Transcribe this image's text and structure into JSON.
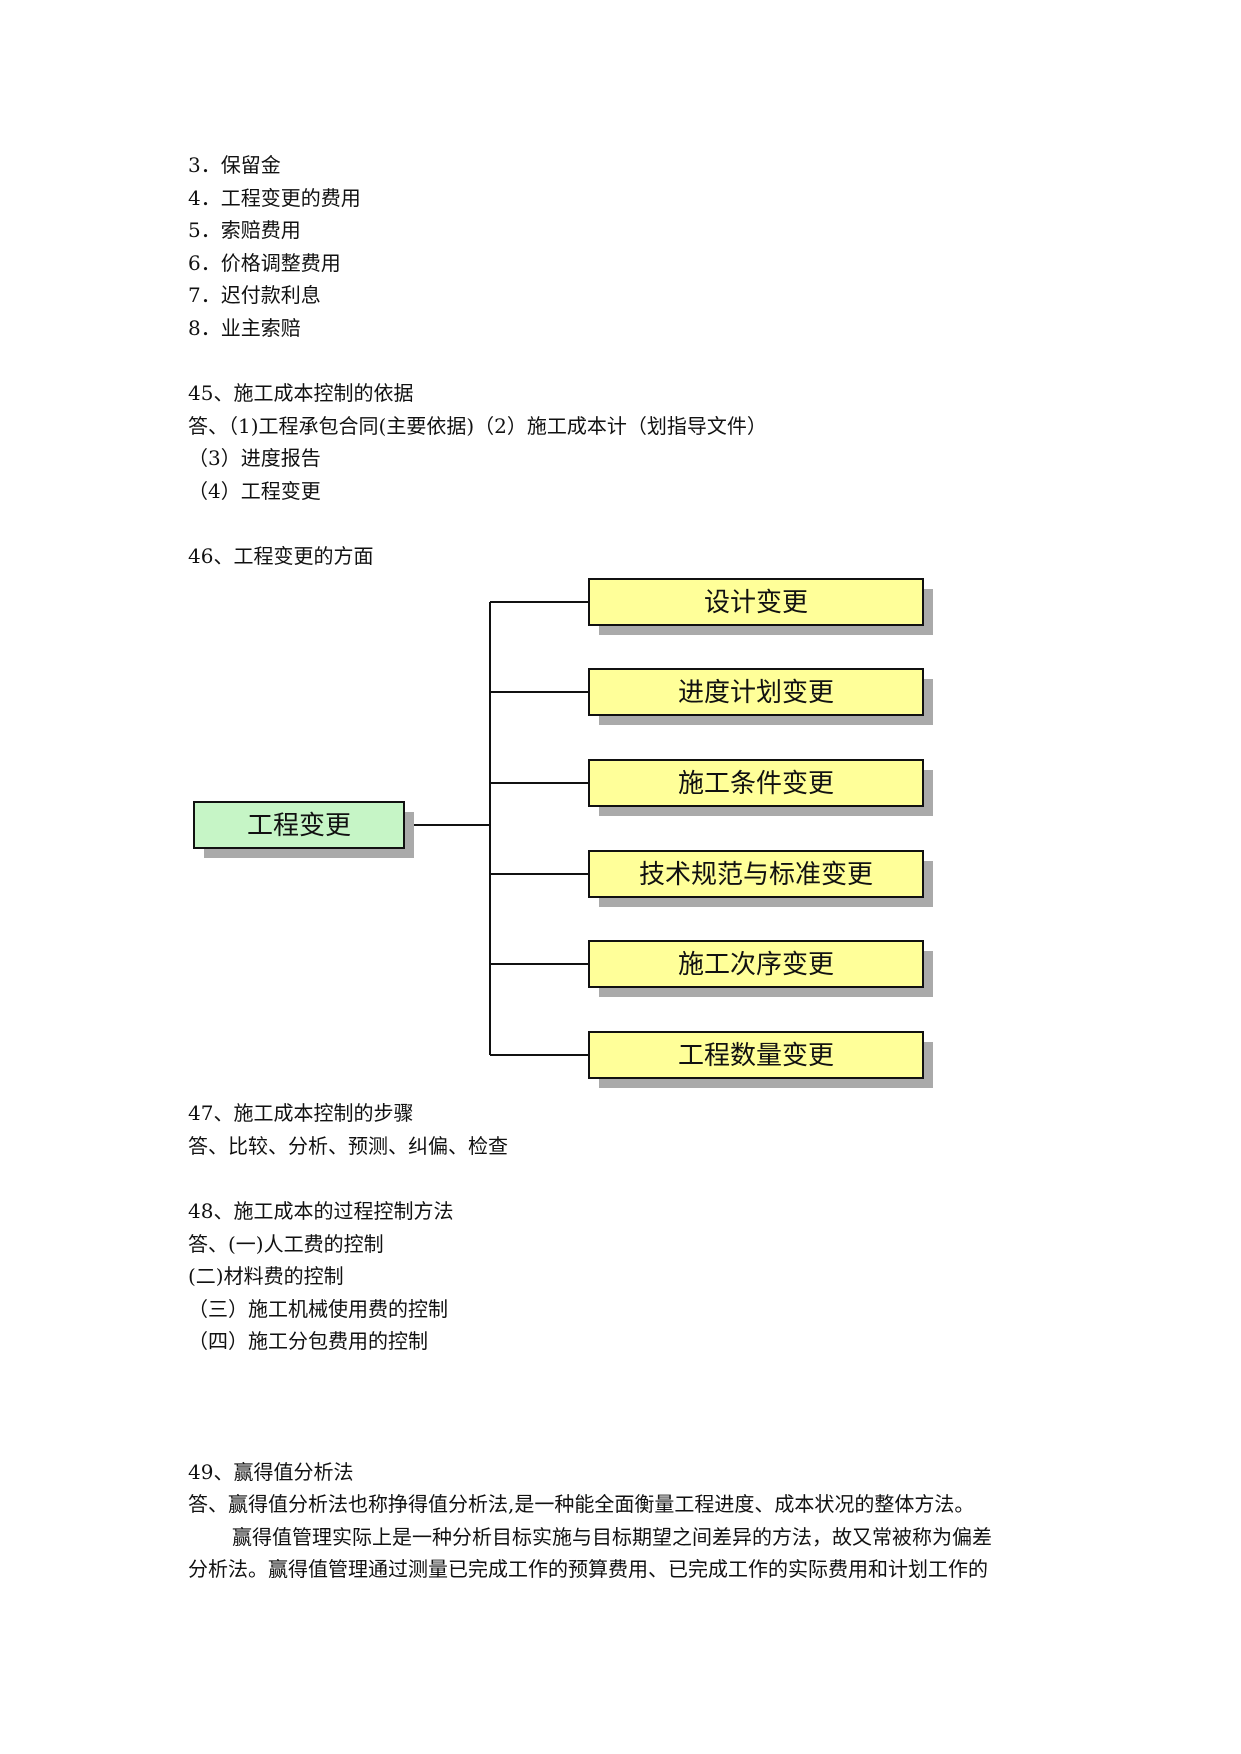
{
  "list_items": [
    "3．保留金",
    "4．工程变更的费用",
    "5．索赔费用",
    "6．价格调整费用",
    "7．迟付款利息",
    "8．业主索赔"
  ],
  "q45": {
    "title": "45、施工成本控制的依据",
    "answer": [
      "答、（1)工程承包合同(主要依据)（2）施工成本计（划指导文件）",
      "（3）进度报告",
      "（4）工程变更"
    ]
  },
  "q46": {
    "title": "46、工程变更的方面",
    "diagram": {
      "root": "工程变更",
      "root_color": "#c6f5c6",
      "child_color": "#ffff99",
      "children": [
        "设计变更",
        "进度计划变更",
        "施工条件变更",
        "技术规范与标准变更",
        "施工次序变更",
        "工程数量变更"
      ]
    }
  },
  "q47": {
    "title": "47、施工成本控制的步骤",
    "answer": [
      "答、比较、分析、预测、纠偏、检查"
    ]
  },
  "q48": {
    "title": "48、施工成本的过程控制方法",
    "answer": [
      "答、(一)人工费的控制",
      "(二)材料费的控制",
      "（三）施工机械使用费的控制",
      "（四）施工分包费用的控制"
    ]
  },
  "q49": {
    "title": "49、赢得值分析法",
    "answer": [
      "答、赢得值分析法也称挣得值分析法,是一种能全面衡量工程进度、成本状况的整体方法。",
      "赢得值管理实际上是一种分析目标实施与目标期望之间差异的方法，故又常被称为偏差",
      "分析法。赢得值管理通过测量已完成工作的预算费用、已完成工作的实际费用和计划工作的"
    ]
  }
}
